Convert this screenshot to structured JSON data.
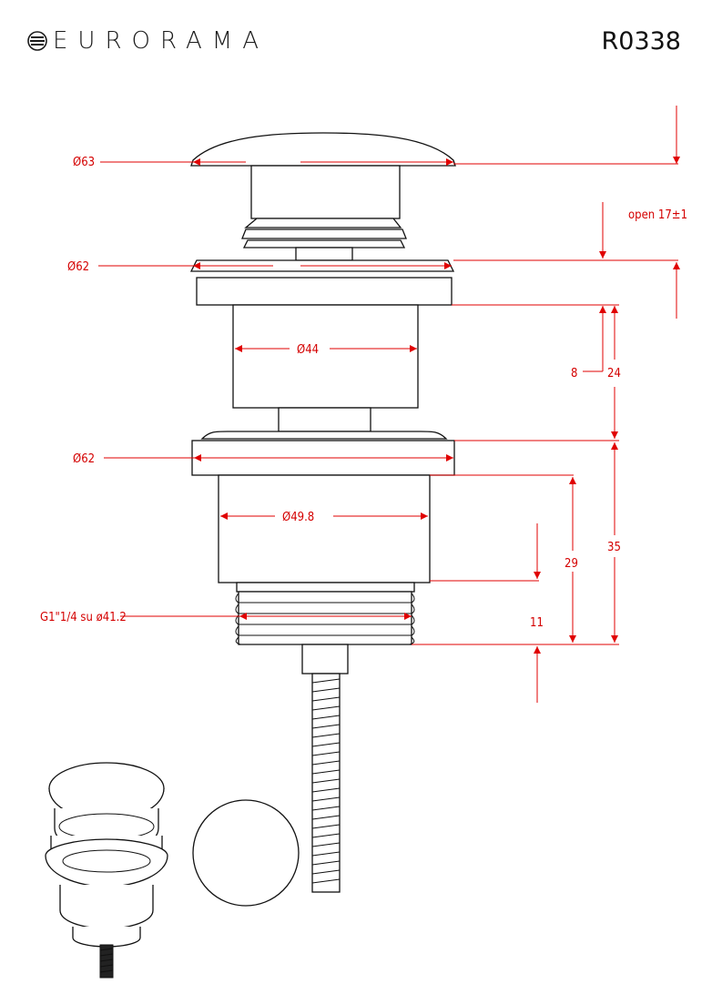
{
  "header": {
    "brand": "EURORAMA",
    "product_code": "R0338"
  },
  "dimensions": {
    "cap_diameter": "Ø63",
    "collar_diameter": "Ø62",
    "stem_diameter": "Ø44",
    "flange_diameter": "Ø62",
    "body_diameter": "Ø49.8",
    "thread": "G1\"1/4  su ø41.2",
    "open_stroke": "open 17±1",
    "collar_height": "8",
    "stem_height": "24",
    "overall_height": "35",
    "body_height": "29",
    "thread_height": "11"
  },
  "colors": {
    "dimension": "#e00000",
    "outline": "#111111"
  }
}
